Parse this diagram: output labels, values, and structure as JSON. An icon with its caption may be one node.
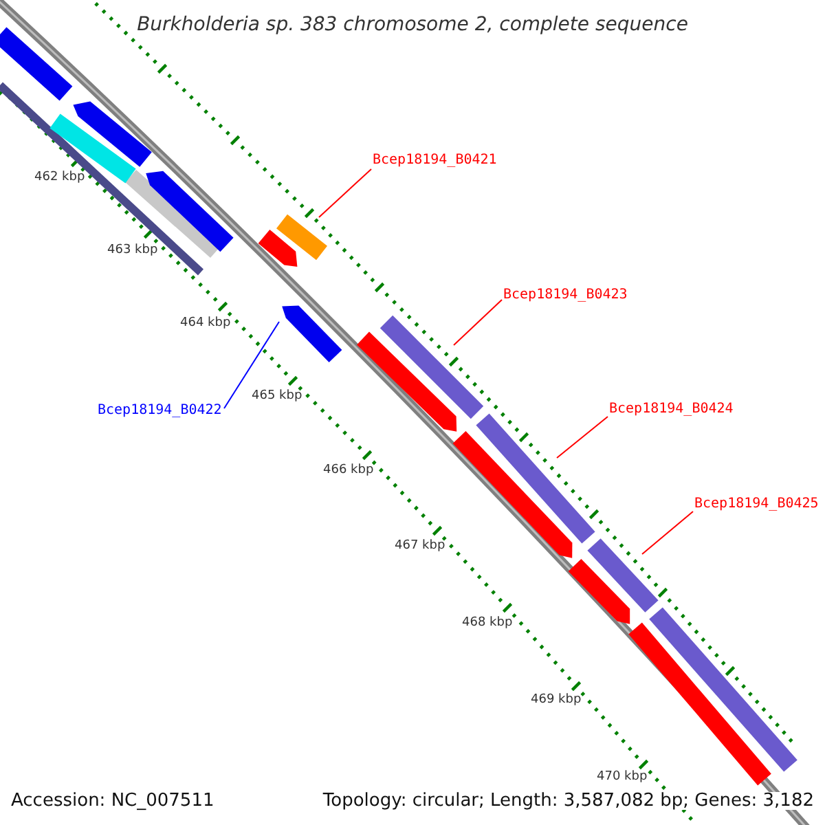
{
  "diagram": {
    "title": "Burkholderia sp. 383 chromosome 2, complete sequence",
    "nodes": [
      {
        "text": [
          "Bcep18194_B0421"
        ]
      },
      {
        "text": [],
        "shape": "bar"
      },
      {
        "text": [
          "Bcep18194_B0423"
        ]
      },
      {
        "text": [],
        "shape": "bar"
      },
      {
        "text": [
          "Bcep18194_B0422"
        ]
      },
      {
        "text": [],
        "shape": "bar"
      },
      {
        "text": [
          "Bcep18194_B0424"
        ]
      },
      {
        "text": [],
        "shape": "bar"
      },
      {
        "text": [
          "Bcep18194_B0425"
        ]
      },
      {
        "text": [],
        "shape": "bar"
      },
      {
        "text": [],
        "shape": "bar"
      },
      {
        "text": [],
        "shape": "bar"
      },
      {
        "text": [],
        "shape": "bar"
      },
      {
        "text": [],
        "shape": "bar"
      },
      {
        "text": [],
        "shape": "bar"
      },
      {
        "text": [],
        "shape": "bar"
      },
      {
        "text": [],
        "shape": "bar"
      },
      {
        "text": [],
        "shape": "bar"
      },
      {
        "text": [],
        "shape": "bar"
      },
      {
        "text": [],
        "shape": "bar"
      },
      {
        "text": [],
        "shape": "bar"
      },
      {
        "text": [],
        "shape": "bar"
      }
    ],
    "edges": [
      {
        "from": 0,
        "to": 1,
        "arrow": "none"
      },
      {
        "from": 2,
        "to": 3,
        "arrow": "none"
      },
      {
        "from": 4,
        "to": 5,
        "arrow": "none",
        "color": "#0000ff"
      },
      {
        "from": 6,
        "to": 7,
        "arrow": "none"
      },
      {
        "from": 8,
        "to": 9,
        "arrow": "none"
      }
    ],
    "labels": [
      "462 kbp",
      "463 kbp",
      "464 kbp",
      "465 kbp",
      "466 kbp",
      "467 kbp",
      "468 kbp",
      "469 kbp",
      "470 kbp",
      "Accession: NC_007511",
      "Topology: circular; Length: 3,587,082 bp; Genes: 3,182"
    ]
  }
}
